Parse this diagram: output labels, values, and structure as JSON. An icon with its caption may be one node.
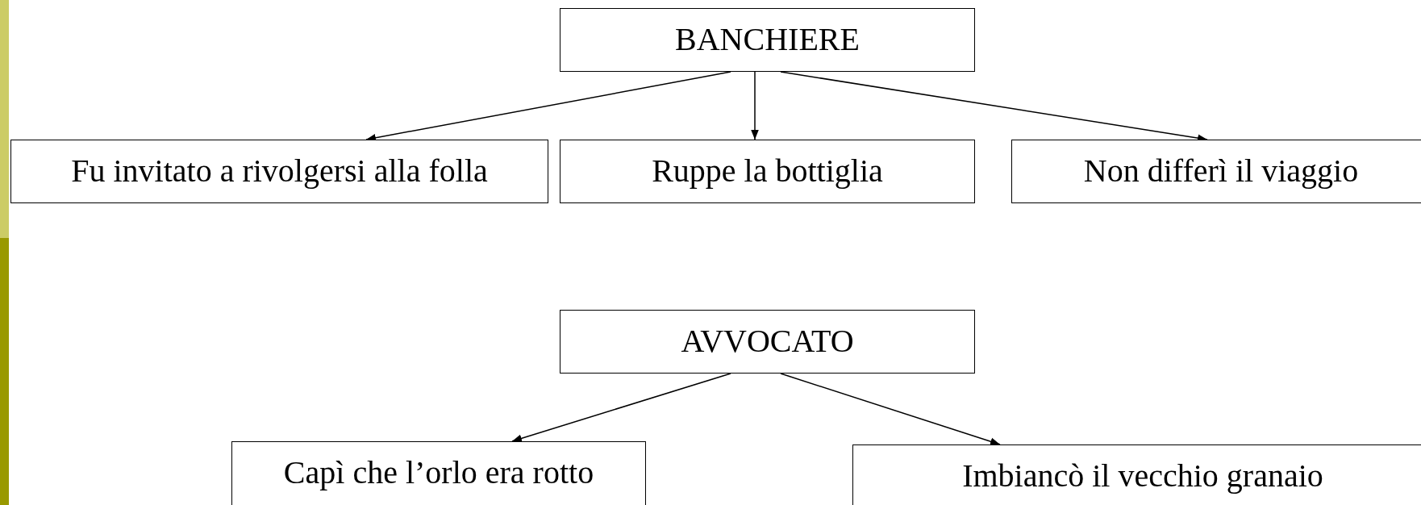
{
  "diagram": {
    "nodes": [
      {
        "text": [
          "BANCHIERE"
        ]
      },
      {
        "text": [
          "Fu invitato a rivolgersi alla folla"
        ]
      },
      {
        "text": [
          "Ruppe la bottiglia"
        ]
      },
      {
        "text": [
          "Non differì il viaggio"
        ]
      },
      {
        "text": [
          "AVVOCATO"
        ]
      },
      {
        "text": [
          "Capì che l’orlo era rotto"
        ]
      },
      {
        "text": [
          "Imbiancò il vecchio granaio"
        ]
      }
    ],
    "edges": [
      {
        "from": 0,
        "to": 1,
        "arrow": "to"
      },
      {
        "from": 0,
        "to": 2,
        "arrow": "to"
      },
      {
        "from": 0,
        "to": 3,
        "arrow": "to"
      },
      {
        "from": 4,
        "to": 5,
        "arrow": "to"
      },
      {
        "from": 4,
        "to": 6,
        "arrow": "to"
      }
    ]
  }
}
